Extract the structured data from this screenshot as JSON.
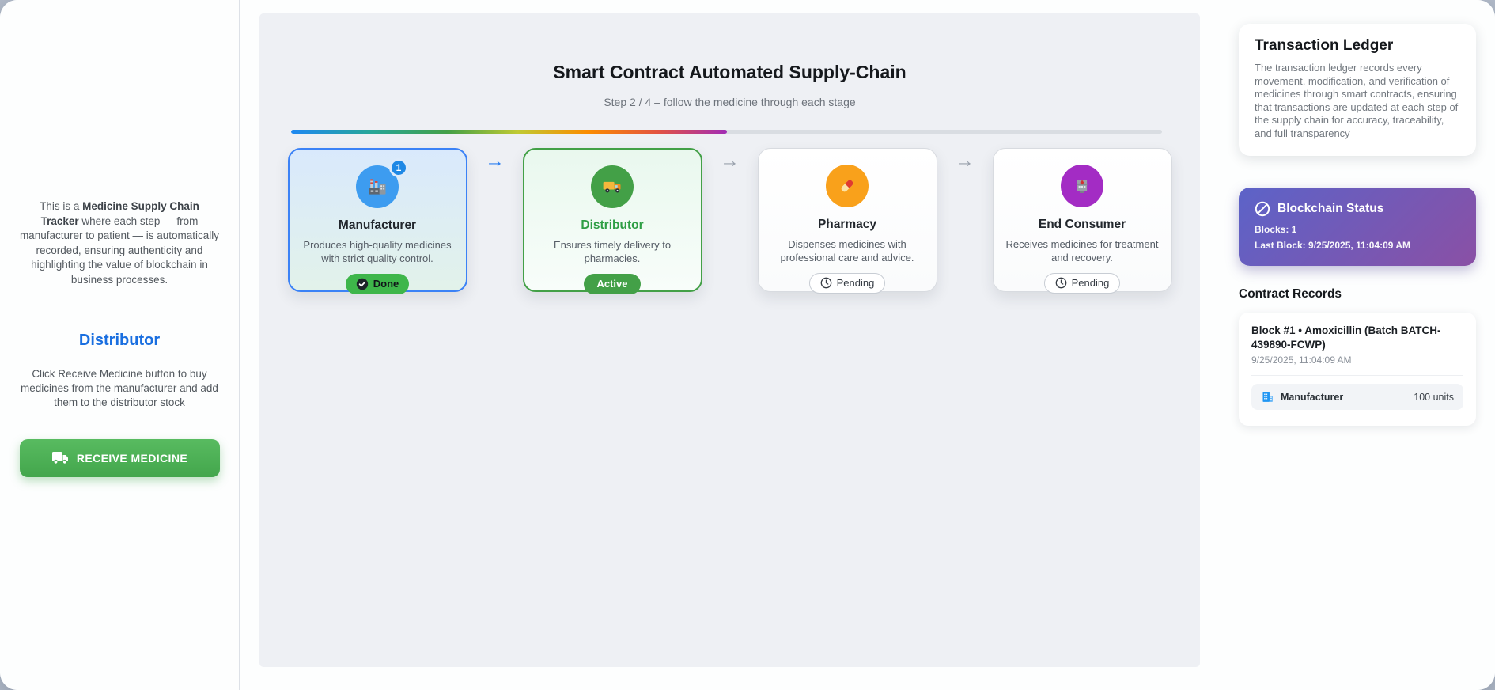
{
  "left_panel": {
    "intro_prefix": "This is a ",
    "intro_bold": "Medicine Supply Chain Tracker",
    "intro_rest": " where each step — from manufacturer to patient — is automatically recorded, ensuring authenticity and highlighting the value of blockchain in business processes.",
    "role_title": "Distributor",
    "instruction": "Click Receive Medicine button to buy medicines from the manufacturer and add them to the distributor stock",
    "action_button_label": "RECEIVE MEDICINE"
  },
  "main": {
    "title": "Smart Contract Automated Supply-Chain",
    "subtitle": "Step 2 / 4 – follow the medicine through each stage",
    "progress_percent": 50,
    "arrow_glyph": "→",
    "stages": [
      {
        "name": "Manufacturer",
        "description": "Produces high-quality medicines with strict quality control.",
        "status": "Done",
        "state": "done",
        "badge_count": "1",
        "icon": "factory-icon"
      },
      {
        "name": "Distributor",
        "description": "Ensures timely delivery to pharmacies.",
        "status": "Active",
        "state": "active",
        "icon": "truck-icon"
      },
      {
        "name": "Pharmacy",
        "description": "Dispenses medicines with professional care and advice.",
        "status": "Pending",
        "state": "pending",
        "icon": "pill-icon"
      },
      {
        "name": "End Consumer",
        "description": "Receives medicines for treatment and recovery.",
        "status": "Pending",
        "state": "pending",
        "icon": "hospital-icon"
      }
    ]
  },
  "right_panel": {
    "ledger": {
      "title": "Transaction Ledger",
      "description": "The transaction ledger records every movement, modification, and verification of medicines through smart contracts, ensuring that transactions are updated at each step of the supply chain for accuracy, traceability, and full transparency"
    },
    "blockchain_status": {
      "title": "Blockchain Status",
      "blocks_line": "Blocks: 1",
      "last_block_line": "Last Block: 9/25/2025, 11:04:09 AM",
      "icon": "slash-circle-icon"
    },
    "contract_records": {
      "heading": "Contract Records",
      "records": [
        {
          "title": "Block #1 • Amoxicillin (Batch BATCH-439890-FCWP)",
          "timestamp": "9/25/2025, 11:04:09 AM",
          "entries": [
            {
              "party": "Manufacturer",
              "quantity": "100 units",
              "icon": "building-icon"
            }
          ]
        }
      ]
    }
  },
  "colors": {
    "accent_blue": "#1a6fe0",
    "accent_green": "#43a047",
    "accent_orange": "#f9a11b",
    "accent_purple": "#a32cc4",
    "status_gradient_start": "#5c63c8",
    "status_gradient_end": "#8a50a5",
    "button_green": "#4caf50",
    "progress_gradient": [
      "#1e88f2",
      "#26a69a",
      "#43a047",
      "#c0ca33",
      "#fb8c00",
      "#e35341",
      "#a12cb5"
    ]
  }
}
